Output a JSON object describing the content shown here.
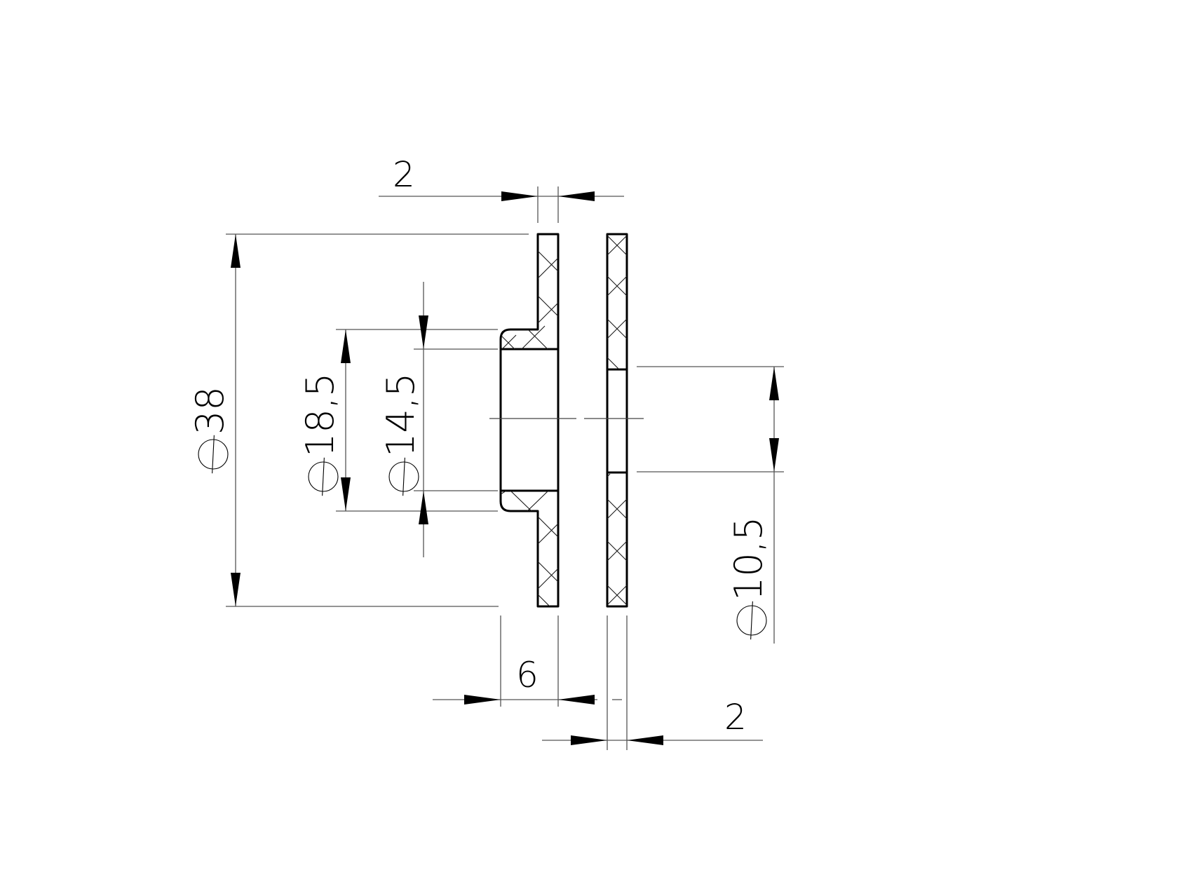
{
  "drawing": {
    "type": "mechanical section drawing",
    "background": "#ffffff",
    "line_color": "#000000",
    "parts": [
      {
        "name": "flanged-bushing",
        "flange_diameter": "38",
        "hub_outer_diameter": "18,5",
        "bore_diameter": "14,5",
        "flange_thickness": "2",
        "overall_length": "6"
      },
      {
        "name": "washer",
        "outer_diameter": "38",
        "inner_diameter": "10,5",
        "thickness": "2"
      }
    ]
  },
  "dimensions": {
    "top_thickness": {
      "value": "2"
    },
    "flange_diameter": {
      "symbol": "⌀",
      "value": "38"
    },
    "hub_diameter": {
      "symbol": "⌀",
      "value": "18,5"
    },
    "bore_diameter": {
      "symbol": "⌀",
      "value": "14,5"
    },
    "washer_bore": {
      "symbol": "⌀",
      "value": "10,5"
    },
    "overall_length": {
      "value": "6"
    },
    "washer_thickness": {
      "value": "2"
    }
  }
}
